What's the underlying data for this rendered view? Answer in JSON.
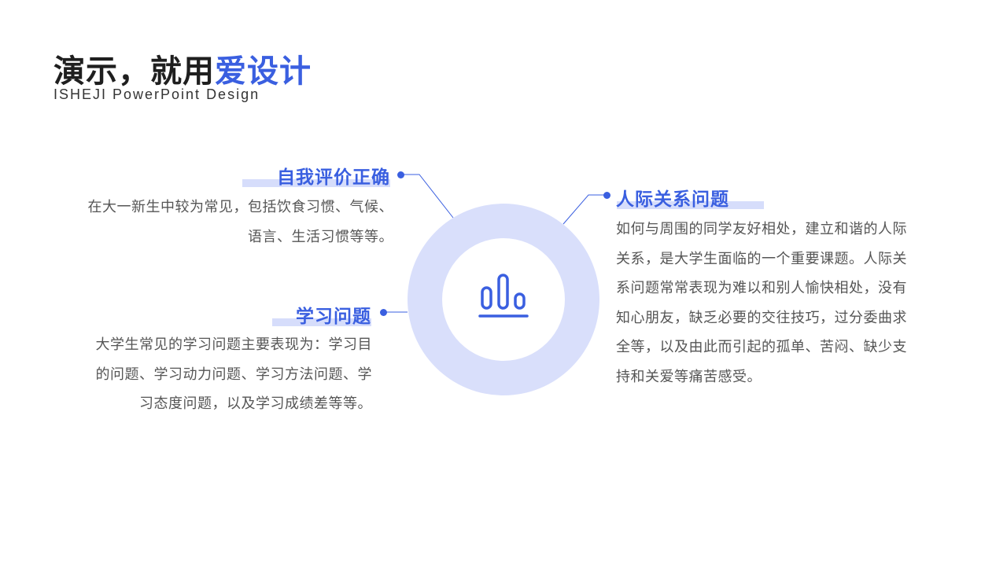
{
  "header": {
    "title_main": "演示，就用",
    "title_accent": "爱设计",
    "subtitle": "ISHEJI  PowerPoint  Design"
  },
  "points": {
    "self_eval": {
      "heading": "自我评价正确",
      "lines": [
        "在大一新生中较为常见，包括饮食习惯、气候、",
        "语言、生活习惯等等。"
      ]
    },
    "study": {
      "heading": "学习问题",
      "lines": [
        "大学生常见的学习问题主要表现为：学习目",
        "的问题、学习动力问题、学习方法问题、学",
        "习态度问题，以及学习成绩差等等。"
      ]
    },
    "relations": {
      "heading": "人际关系问题",
      "lines": [
        "如何与周围的同学友好相处，建立和谐的人际",
        "关系，是大学生面临的一个重要课题。人际关",
        "系问题常常表现为难以和别人愉快相处，没有",
        "知心朋友，缺乏必要的交往技巧，过分委曲求",
        "全等，以及由此而引起的孤单、苦闷、缺少支",
        "持和关爱等痛苦感受。"
      ]
    }
  },
  "center": {
    "icon": "bar-chart-icon"
  },
  "colors": {
    "accent": "#3a5fe0",
    "ring": "#d9dffb",
    "highlight": "#d6ddfb",
    "body_text": "#555555"
  }
}
